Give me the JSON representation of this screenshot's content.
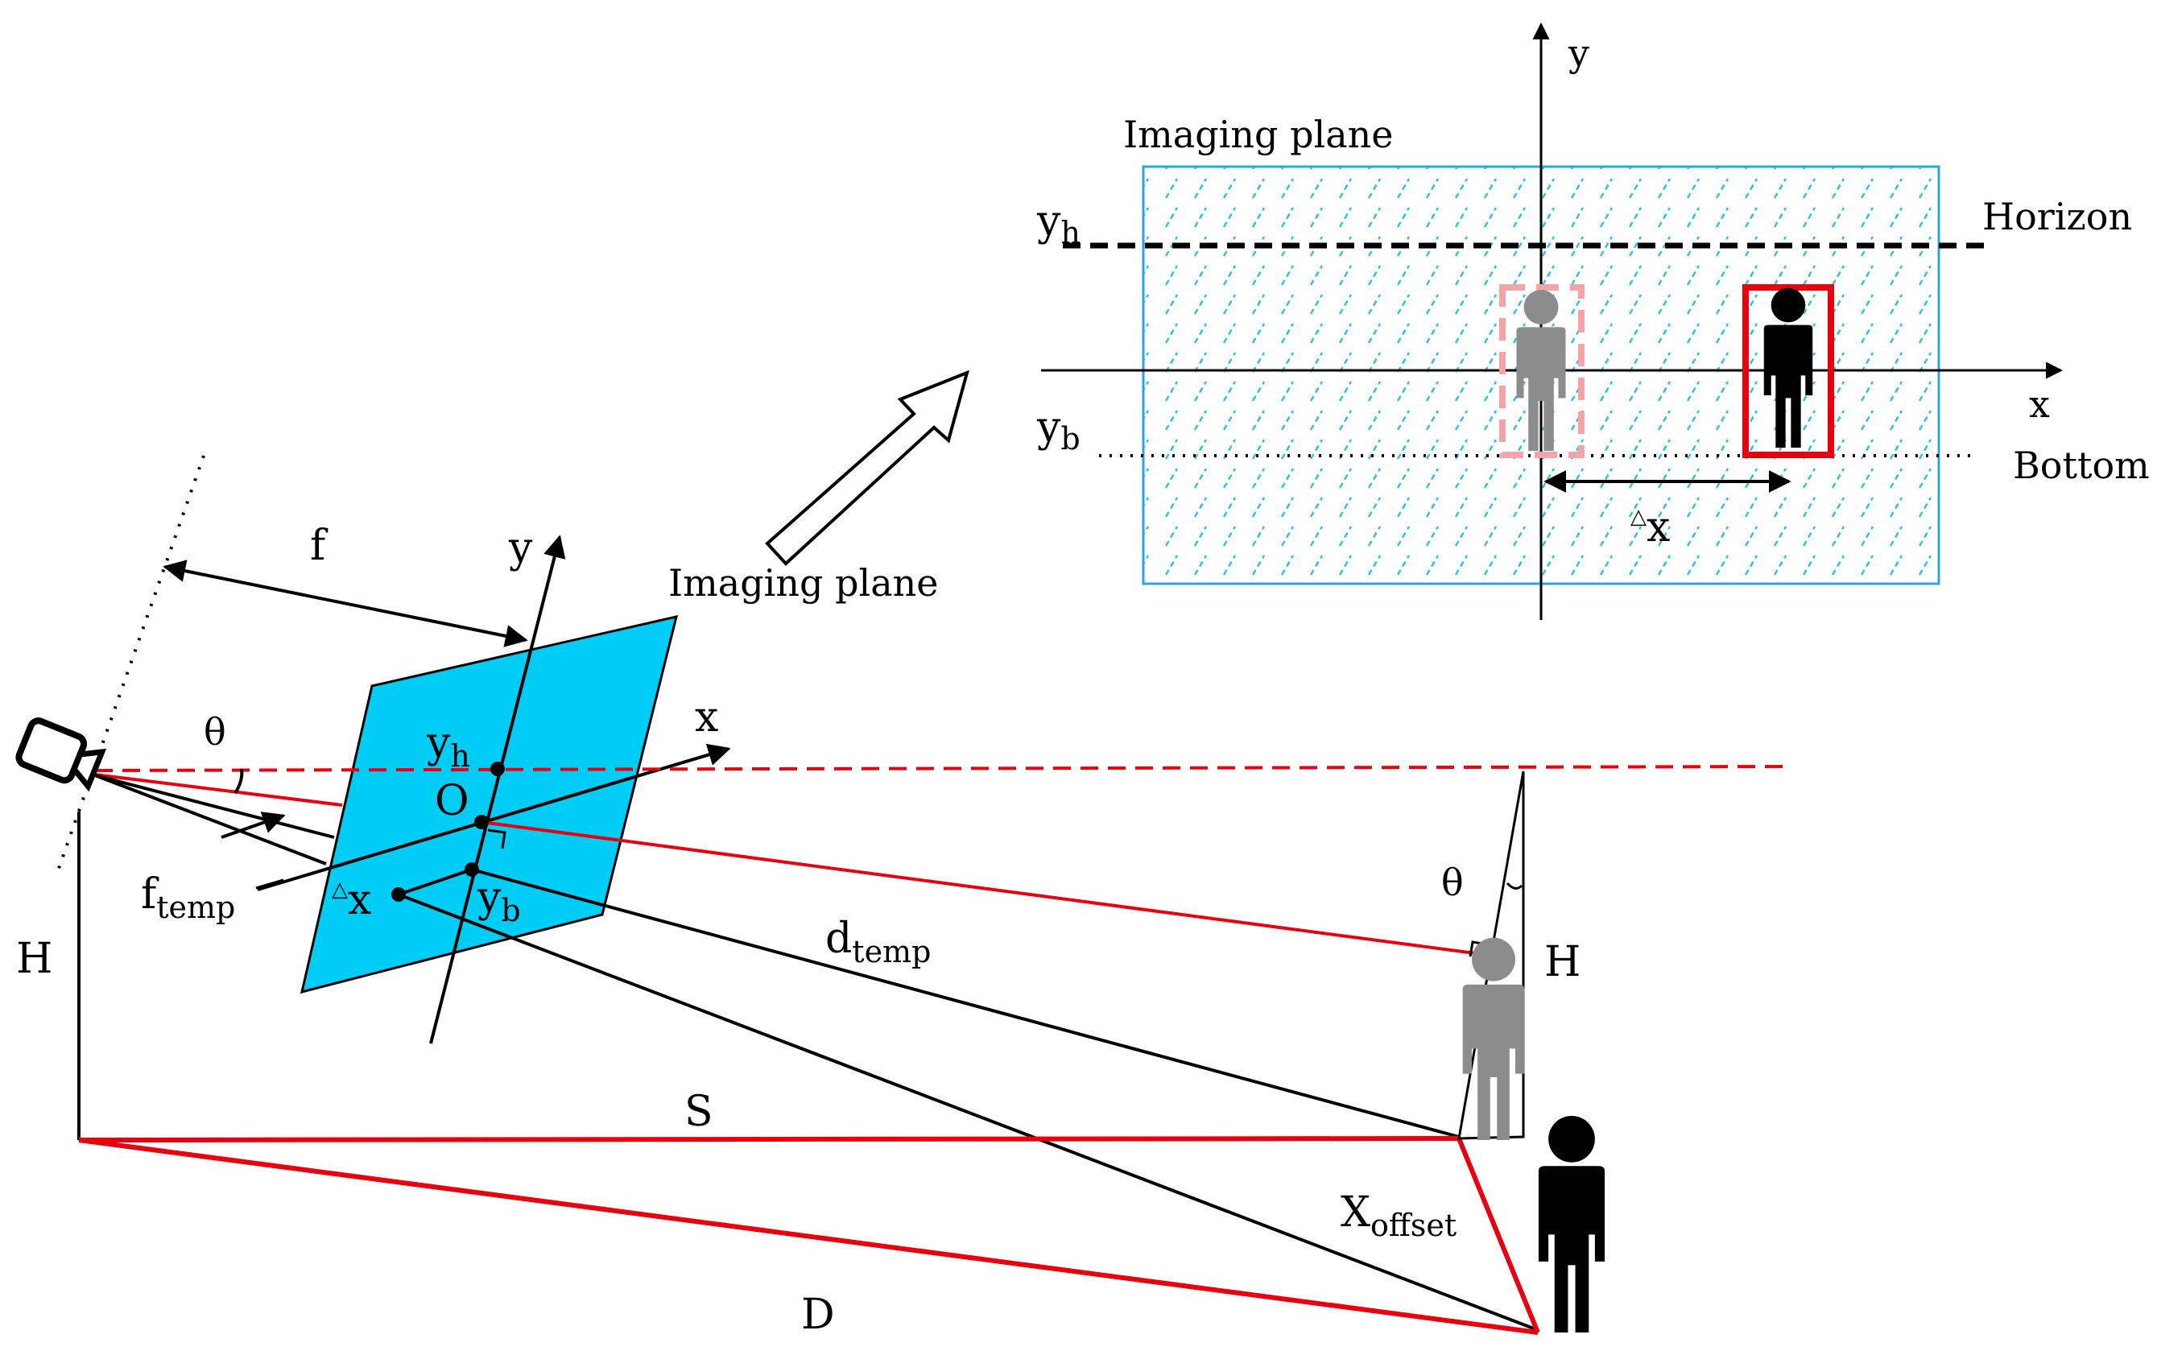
{
  "colors": {
    "plane_fill": "#00cdf5",
    "plane_hatch": "#29bfe6",
    "red": "#e8000f",
    "gray_person": "#8c8c8c",
    "faded_box": "#f4a3a6"
  },
  "inset": {
    "title": "Imaging plane",
    "y_axis": "y",
    "x_axis": "x",
    "yh": {
      "main": "y",
      "sub": "h"
    },
    "yb": {
      "main": "y",
      "sub": "b"
    },
    "horizon": "Horizon",
    "bottom": "Bottom",
    "delta_x": {
      "tri": "△",
      "main": "x"
    }
  },
  "main": {
    "f": "f",
    "y_axis": "y",
    "x_axis": "x",
    "plane_label": "Imaging plane",
    "theta_camera": "θ",
    "yh": {
      "main": "y",
      "sub": "h"
    },
    "origin": "O",
    "ftemp": {
      "main": "f",
      "sub": "temp"
    },
    "delta_x": {
      "tri": "△",
      "main": "x"
    },
    "yb": {
      "main": "y",
      "sub": "b"
    },
    "dtemp": {
      "main": "d",
      "sub": "temp"
    },
    "theta_person": "θ",
    "H_left": "H",
    "H_right": "H",
    "S": "S",
    "xoffset": {
      "main": "X",
      "sub": "offset"
    },
    "D": "D"
  }
}
